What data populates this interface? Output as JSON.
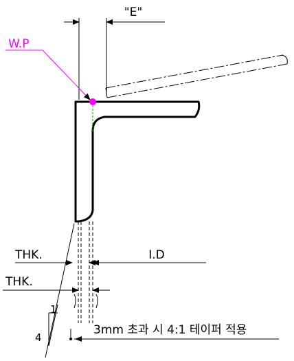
{
  "labels": {
    "dimension_e": "\"E\"",
    "work_point": "W.P",
    "thickness_1": "THK.",
    "thickness_2": "THK.",
    "inner_dim": "I.D",
    "taper_note": "3mm  초과 시 4:1 테이퍼 적용",
    "slope_rise": "1",
    "slope_run": "4"
  },
  "colors": {
    "line": "#000000",
    "work_point": "#ff00ff",
    "center_line": "#00aa00"
  }
}
